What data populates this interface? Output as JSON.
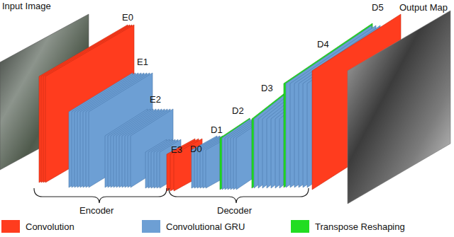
{
  "diagram": {
    "labels": [
      "Input Image",
      "E0",
      "E1",
      "E2",
      "E3",
      "D0",
      "D1",
      "D2",
      "D3",
      "D4",
      "D5",
      "Output Map",
      "Encoder",
      "Decoder"
    ],
    "legend": [
      {
        "text": "Convolution",
        "color": "#ff3c1e"
      },
      {
        "text": "Convolutional GRU",
        "color": "#6d9fd4"
      },
      {
        "text": "Transpose Reshaping",
        "color": "#22dd22"
      }
    ]
  }
}
